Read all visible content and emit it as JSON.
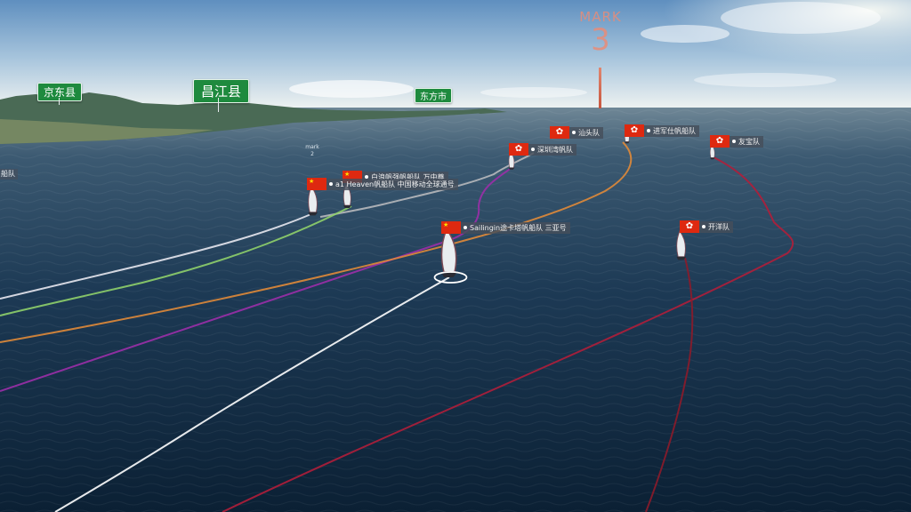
{
  "place_signs": [
    {
      "id": "qiongzhong",
      "label": "京东县"
    },
    {
      "id": "changjiang",
      "label": "昌江县"
    },
    {
      "id": "dongfang",
      "label": "东方市"
    }
  ],
  "course_marks": {
    "main": {
      "word": "MARK",
      "number": "3"
    },
    "small": {
      "word": "mark",
      "number": "2"
    }
  },
  "edge_label": "船队",
  "teams": [
    {
      "id": "shantou",
      "flag": "hk",
      "name": "汕头队",
      "track_color": "#b8b9bc"
    },
    {
      "id": "shenzhen-port",
      "flag": "hk",
      "name": "深圳湾帆队",
      "track_color": "#9b2fa8"
    },
    {
      "id": "shenzhen-sea",
      "flag": "hk",
      "name": "进军仕帆船队",
      "track_color": "#e08a38"
    },
    {
      "id": "youbao",
      "flag": "hk",
      "name": "友宝队",
      "track_color": "#b01e3a"
    },
    {
      "id": "kaiyang",
      "flag": "hk",
      "name": "开洋队",
      "track_color": "#8c1b2a"
    },
    {
      "id": "baihui",
      "flag": "cn",
      "name": "白浪帆强帆船队 万中尊",
      "track_color": "#8fd06a"
    },
    {
      "id": "heaven",
      "flag": "cn",
      "name": "a1 Heaven帆船队 中国移动全球通号",
      "track_color": "#e8e8f0"
    },
    {
      "id": "sailingin",
      "flag": "cn",
      "name": "Sailingin途卡塔帆船队 三亚号",
      "track_color": "#ffffff"
    }
  ]
}
